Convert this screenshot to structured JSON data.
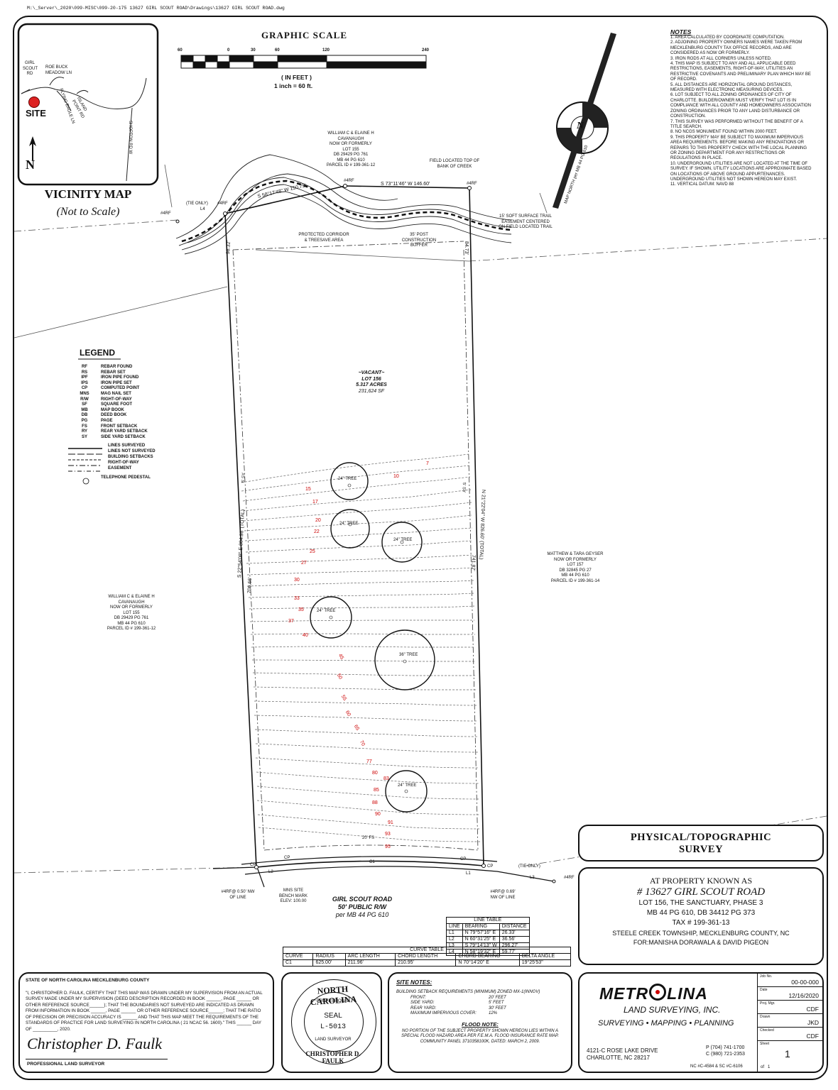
{
  "file_path": "M:\\_Server\\_2020\\099-MISC\\099-20-175 13627 GIRL SCOUT ROAD\\Drawings\\13627 GIRL SCOUT ROAD.dwg",
  "vicinity": {
    "title": "VICINITY MAP",
    "subtitle": "(Not to Scale)",
    "site": "SITE",
    "north": "N",
    "roads": [
      "GIRL SCOUT RD",
      "ROE BUCK MEADOW LN",
      "FLYING EAGLE LN",
      "ISLAND POINT RD",
      "SHOPTON RD W"
    ]
  },
  "scale": {
    "title": "GRAPHIC SCALE",
    "ticks": [
      "60",
      "0",
      "30",
      "60",
      "120",
      "240"
    ],
    "unit": "( IN FEET )",
    "ratio": "1 inch = 60 ft."
  },
  "notes": {
    "title": "NOTES",
    "items": [
      "1. AREA CALCULATED BY COORDINATE COMPUTATION.",
      "2. ADJOINING PROPERTY OWNERS NAMES WERE TAKEN FROM MECKLENBURG COUNTY TAX OFFICE RECORDS, AND ARE CONSIDERED AS NOW OR FORMERLY.",
      "3. IRON RODS AT ALL CORNERS UNLESS NOTED.",
      "4. THIS MAP IS SUBJECT TO ANY AND ALL APPLICABLE DEED RESTRICTIONS, EASEMENTS, RIGHT-OF-WAY, UTILITIES AN RESTRICTIVE COVENANTS AND PRELIMINARY PLAN WHICH MAY BE OF RECORD.",
      "5. ALL DISTANCES ARE HORIZONTAL GROUND DISTANCES, MEASURED WITH ELECTRONIC MEASURING DEVICES.",
      "6. LOT SUBJECT TO ALL ZONING ORDINANCES OF CITY OF CHARLOTTE. BUILDER/OWNER MUST VERIFY THAT LOT IS IN COMPLIANCE WITH ALL COUNTY AND HOMEOWNERS ASSOCIATION ZONING ORDINANCES PRIOR TO ANY LAND DISTURBANCE OR CONSTRUCTION.",
      "7. THIS SURVEY WAS PERFORMED WITHOUT THE BENEFIT OF A TITLE SEARCH.",
      "8. NO NCGS MONUMENT FOUND WITHIN 2000 FEET.",
      "9. THIS PROPERTY MAY BE SUBJECT TO MAXIMUM IMPERVIOUS AREA REQUIREMENTS. BEFORE MAKING ANY RENOVATIONS OR REPAIRS TO THIS PROPERTY CHECK WITH THE LOCAL PLANNING OR ZONING DEPARTMENT FOR ANY RESTRICTIONS OR REGULATIONS IN PLACE.",
      "10. UNDERGROUND UTILITIES ARE NOT LOCATED AT THE TIME OF SURVEY. IF SHOWN, UTILITY LOCATIONS ARE APPROXIMATE BASED ON LOCATIONS OF ABOVE GROUND APPURTENANCES. UNDERGROUND UTILITIES NOT SHOWN HEREON MAY EXIST.",
      "11. VERTICAL DATUM: NAVD 88"
    ]
  },
  "north_arrow": {
    "label": "MAP NORTH per MB 44 PG 610",
    "letter": "N"
  },
  "legend": {
    "title": "LEGEND",
    "items": [
      {
        "k": "RF",
        "v": "REBAR FOUND"
      },
      {
        "k": "RS",
        "v": "REBAR SET"
      },
      {
        "k": "IPF",
        "v": "IRON PIPE FOUND"
      },
      {
        "k": "IPS",
        "v": "IRON PIPE SET"
      },
      {
        "k": "CP",
        "v": "COMPUTED POINT"
      },
      {
        "k": "MNS",
        "v": "MAG NAIL SET"
      },
      {
        "k": "R/W",
        "v": "RIGHT-OF-WAY"
      },
      {
        "k": "SF",
        "v": "SQUARE FOOT"
      },
      {
        "k": "MB",
        "v": "MAP BOOK"
      },
      {
        "k": "DB",
        "v": "DEED BOOK"
      },
      {
        "k": "PG",
        "v": "PAGE"
      },
      {
        "k": "FS",
        "v": "FRONT SETBACK"
      },
      {
        "k": "RY",
        "v": "REAR YARD SETBACK"
      },
      {
        "k": "SY",
        "v": "SIDE YARD SETBACK"
      }
    ],
    "line_items": [
      "LINES SURVEYED",
      "LINES NOT SURVEYED",
      "BUILDING SETBACKS",
      "RIGHT-OF-WAY",
      "EASEMENT"
    ],
    "pedestal": "TELEPHONE PEDESTAL"
  },
  "lot": {
    "vacant": "~VACANT~",
    "lot": "LOT 156",
    "acres": "5.317 ACRES",
    "sf": "231,624 SF"
  },
  "owners": {
    "north": [
      "WILLIAM C & ELAINE H",
      "CAVANAUGH",
      "NOW OR FORMERLY",
      "LOT 155",
      "DB 29429 PG 761",
      "MB 44 PG 610",
      "PARCEL ID # 199-361-12"
    ],
    "west": [
      "WILLIAM C & ELAINE H",
      "CAVANAUGH",
      "NOW OR FORMERLY",
      "LOT 155",
      "DB 29429 PG 761",
      "MB 44 PG 610",
      "PARCEL ID # 199-361-12"
    ],
    "east": [
      "MATTHEW & TARA GEYSER",
      "NOW OR FORMERLY",
      "LOT 157",
      "DB 32845 PG 27",
      "MB 44 PG 610",
      "PARCEL ID # 199-361-14"
    ]
  },
  "map_labels": {
    "creek": "FIELD LOCATED TOP OF BANK OF CREEK",
    "trail": "15' SOFT SURFACE TRAIL EASEMENT CENTERED ON FIELD LOCATED TRAIL",
    "corridor": "PROTECTED CORRIDOR & TREESAVE AREA",
    "buffer": "35' POST CONSTRUCTION BUFFER",
    "tie_only_l": "(TIE ONLY)",
    "tie_only_r": "(TIE ONLY)",
    "l4": "L4",
    "l3": "L3",
    "l1": "L1",
    "l2": "L2",
    "c1": "C1",
    "cp": "CP",
    "b_west_top": "S 58°17'48\" W 150.75'",
    "b_north": "S 73°11'46\" W 146.60'",
    "b_west": "S 22°54'08\" E 804.98' (TOTAL)",
    "b_east": "N 21°22'04\" W 826.60' (TOTAL)",
    "d_west_top": "98.32'",
    "d_east_top": "84.73'",
    "d_west_bot": "706.66'",
    "d_east_bot": "741.87'",
    "rf": "#4RF",
    "rf_sw": "#4RF@ 0.50' NW OF LINE",
    "rf_se": "#4RF@ 0.69' NW OF LINE",
    "mns": "MNS SITE BENCH MARK ELEV: 100.00",
    "fs": "20' FS",
    "sy_w": "5' SY",
    "sy_e": "5' SY",
    "road1": "GIRL SCOUT ROAD",
    "road2": "50' PUBLIC R/W",
    "road3": "per MB 44 PG 610",
    "tree24": "24\" TREE",
    "tree36": "36\" TREE"
  },
  "contours": [
    "7",
    "10",
    "15",
    "17",
    "20",
    "22",
    "25",
    "27",
    "30",
    "33",
    "35",
    "37",
    "40",
    "45",
    "50",
    "55",
    "60",
    "65",
    "70",
    "77",
    "80",
    "83",
    "85",
    "88",
    "90",
    "91",
    "93",
    "95"
  ],
  "line_table": {
    "title": "LINE TABLE",
    "headers": [
      "LINE",
      "BEARING",
      "DISTANCE"
    ],
    "rows": [
      [
        "L1",
        "N 79°57'16\" E",
        "26.33'"
      ],
      [
        "L2",
        "N 60°31'25\" E",
        "36.56'"
      ],
      [
        "L3",
        "S 79°14'13\" W",
        "296.27'"
      ],
      [
        "L4",
        "N 58°19'32\" E",
        "59.77'"
      ]
    ]
  },
  "curve_table": {
    "title": "CURVE TABLE",
    "headers": [
      "CURVE",
      "RADIUS",
      "ARC LENGTH",
      "CHORD LENGTH",
      "CHORD BEARING",
      "DELTA ANGLE"
    ],
    "rows": [
      [
        "C1",
        "625.00'",
        "211.96'",
        "210.95'",
        "N 70°14'20\" E",
        "19°25'53\""
      ]
    ]
  },
  "title_block": {
    "heading1": "PHYSICAL/TOPOGRAPHIC",
    "heading2": "SURVEY",
    "known_as": "AT PROPERTY KNOWN AS",
    "address": "# 13627 GIRL SCOUT ROAD",
    "lot": "LOT 156, THE SANCTUARY, PHASE 3",
    "books": "MB 44 PG 610, DB 34412 PG 373",
    "tax": "TAX # 199-361-13",
    "township": "STEELE CREEK TOWNSHIP, MECKLENBURG COUNTY, NC",
    "for": "FOR:MANISHA DORAWALA & DAVID PIGEON"
  },
  "certificate": {
    "heading": "STATE OF NORTH CAROLINA MECKLENBURG COUNTY",
    "text": "\"I, CHRISTOPHER D. FAULK, CERTIFY THAT THIS MAP WAS DRAWN UNDER MY SUPERVISION FROM AN ACTUAL SURVEY MADE UNDER MY SUPERVISION (DEED DESCRIPTION RECORDED IN BOOK ______, PAGE ______ OR OTHER REFERENCE SOURCE______); THAT THE BOUNDARIES NOT SURVEYED ARE INDICATED AS DRAWN FROM INFORMATION IN BOOK ______, PAGE ______ OR OTHER REFERENCE SOURCE______; THAT THE RATIO OF PRECISION OR PRECISION ACCURACY IS ______ AND THAT THIS MAP MEET THE REQUIREMENTS OF THE STANDARDS OF PRACTICE FOR LAND SURVEYING IN NORTH CAROLINA ( 21 NCAC 56. 1600).\" THIS ______ DAY OF __________, 2020.",
    "signature": "Christopher D. Faulk",
    "role": "PROFESSIONAL LAND SURVEYOR"
  },
  "seal": {
    "top": "NORTH CAROLINA",
    "prof": "PROFESSIONAL",
    "seal": "SEAL",
    "num": "L-5013",
    "land": "LAND SURVEYOR",
    "name": "CHRISTOPHER D. FAULK"
  },
  "site_notes": {
    "title": "SITE NOTES:",
    "line1": "BUILDING SETBACK REQUIREMENTS (MINIMUM) ZONED MX-1(INNOV)",
    "rows": [
      [
        "FRONT:",
        "20' FEET"
      ],
      [
        "SIDE YARD:",
        "5' FEET"
      ],
      [
        "REAR YARD:",
        "30' FEET"
      ],
      [
        "MAXIMUM IMPERVIOUS COVER:",
        "12%"
      ]
    ],
    "flood_title": "FLOOD NOTE:",
    "flood_text": "NO PORTION OF THE SUBJECT PROPERTY SHOWN HEREON LIES WITHIN A SPECIAL FLOOD HAZARD AREA PER F.E.M.A. FLOOD INSURANCE RATE MAP. COMMUNITY PANEL 3710358100K, DATED: MARCH 2, 2009."
  },
  "company": {
    "name_left": "METR",
    "name_right": "LINA",
    "sub": "LAND SURVEYING, INC.",
    "services": "SURVEYING • MAPPING • PLANNING",
    "addr1": "4121-C ROSE LAKE DRIVE",
    "addr2": "CHARLOTTE, NC 28217",
    "phone": "P (704) 741-1700",
    "cell": "C (980) 721-2353",
    "license": "NC #C-4584 & SC #C-6106"
  },
  "job": {
    "rows": [
      {
        "label": "Job No.",
        "value": "00-00-000"
      },
      {
        "label": "Date",
        "value": "12/16/2020"
      },
      {
        "label": "Proj. Mgr.",
        "value": "CDF"
      },
      {
        "label": "Drawn",
        "value": "JKD"
      },
      {
        "label": "Checked",
        "value": "CDF"
      }
    ],
    "sheet_label": "Sheet",
    "sheet": "1",
    "of": "of",
    "total": "1"
  }
}
